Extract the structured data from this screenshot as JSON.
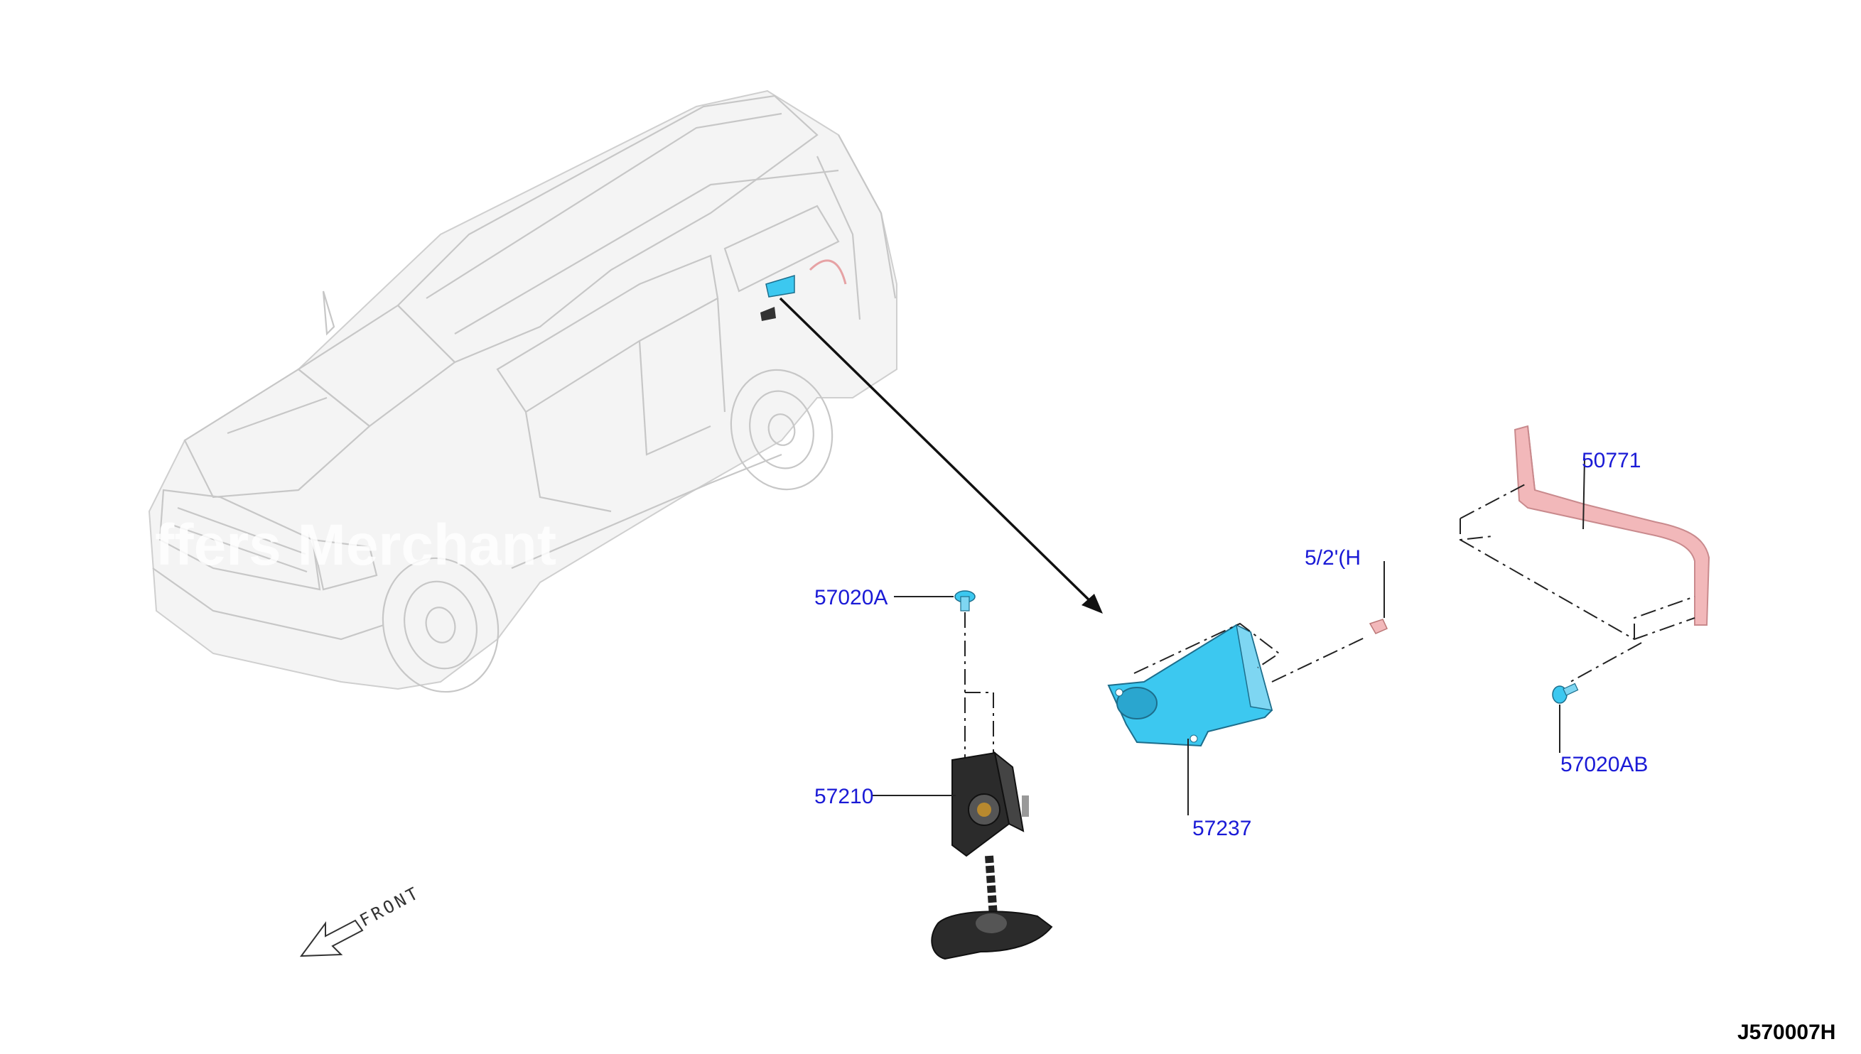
{
  "diagram": {
    "figure_code": "J570007H",
    "front_label": "FRONT",
    "watermark": "ffers Merchant",
    "callouts": {
      "p57020A": "57020A",
      "p57210": "57210",
      "p57237": "57237",
      "p57210H": "5/2'(H",
      "p50771": "50771",
      "p57020AB": "57020AB"
    },
    "part_colors": {
      "bracket": "#3cc8f0",
      "frame_rail": "#f2b8ba",
      "winch": "#2b2b2b",
      "callout_text": "#1a1ad6"
    },
    "icons": [
      "vehicle-outline",
      "spare-tire-bracket",
      "spare-tire-winch",
      "frame-rail",
      "bolt",
      "front-arrow-icon"
    ]
  }
}
